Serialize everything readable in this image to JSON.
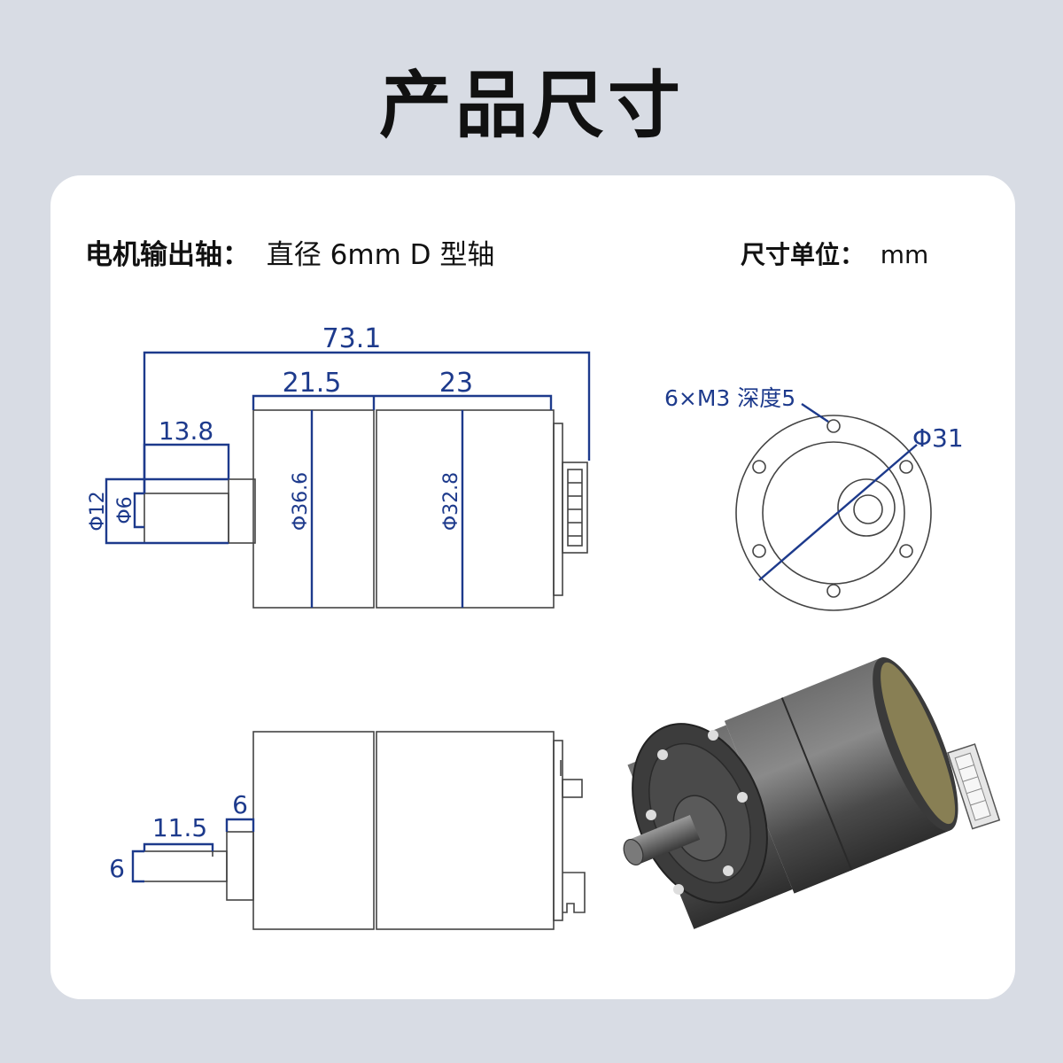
{
  "page_title": "产品尺寸",
  "shaft_spec": {
    "label": "电机输出轴：",
    "value": "直径 6mm D 型轴"
  },
  "unit_spec": {
    "label": "尺寸单位：",
    "value": "mm"
  },
  "colors": {
    "dimension": "#1d3a8c",
    "background": "#d8dce4",
    "card": "#ffffff",
    "outline": "#444444"
  },
  "top_view": {
    "overall_length": "73.1",
    "gearbox_length": "21.5",
    "motor_length": "23",
    "shaft_length": "13.8",
    "boss_diameter": "Φ12",
    "shaft_diameter": "Φ6",
    "gearbox_diameter": "Φ36.6",
    "motor_diameter": "Φ32.8"
  },
  "front_view": {
    "mount_holes": "6×M3 深度5",
    "bolt_circle": "Φ31"
  },
  "side_view": {
    "boss_length": "6",
    "flat_length": "11.5",
    "flat_depth": "6"
  }
}
